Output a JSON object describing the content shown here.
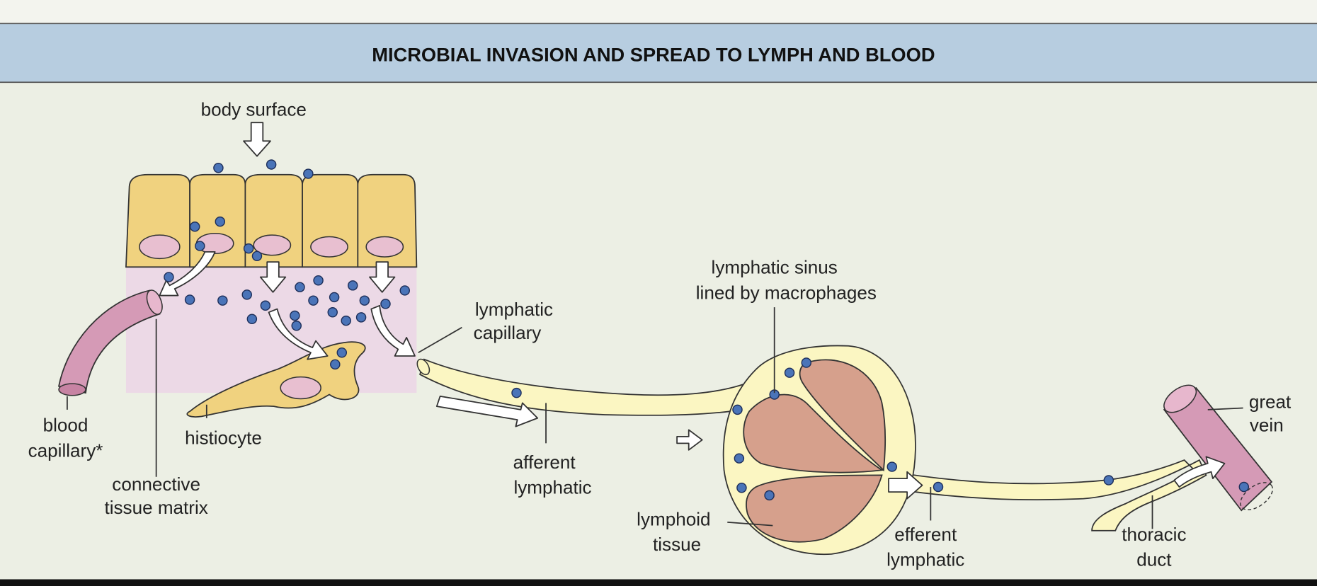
{
  "title": "MICROBIAL INVASION AND SPREAD TO LYMPH AND BLOOD",
  "labels": {
    "body_surface": "body surface",
    "blood_capillary_1": "blood",
    "blood_capillary_2": "capillary*",
    "histiocyte": "histiocyte",
    "connective_1": "connective",
    "connective_2": "tissue matrix",
    "lymphatic_capillary_1": "lymphatic",
    "lymphatic_capillary_2": "capillary",
    "afferent_1": "afferent",
    "afferent_2": "lymphatic",
    "sinus_1": "lymphatic sinus",
    "sinus_2": "lined by macrophages",
    "lymphoid_1": "lymphoid",
    "lymphoid_2": "tissue",
    "efferent_1": "efferent",
    "efferent_2": "lymphatic",
    "thoracic_1": "thoracic",
    "thoracic_2": "duct",
    "great_vein_1": "great",
    "great_vein_2": "vein"
  },
  "colors": {
    "header_band": "#b7cde0",
    "background": "#ecefe4",
    "epithelial_cell": "#f0d27f",
    "nucleus": "#e8bfd0",
    "connective_tissue": "#ecd9e6",
    "vessel_pink": "#d59ab6",
    "lymph_vessel": "#fbf6c2",
    "lymphoid_tissue": "#d6a08c",
    "microbe": "#4a74b8"
  }
}
